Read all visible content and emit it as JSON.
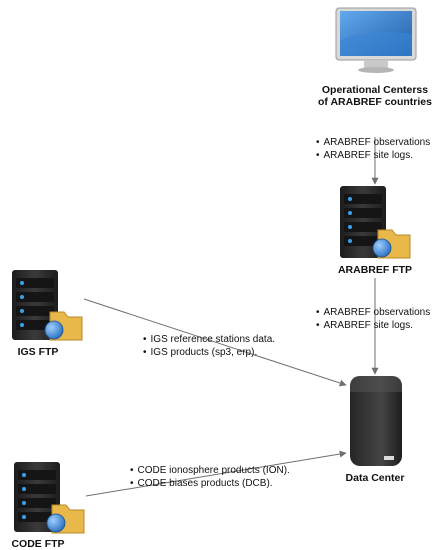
{
  "nodes": {
    "operational": {
      "label_line1": "Operational Centerss",
      "label_line2": "of ARABREF countries"
    },
    "arabref_ftp": {
      "label": "ARABREF FTP"
    },
    "igs_ftp": {
      "label": "IGS FTP"
    },
    "data_center": {
      "label": "Data Center"
    },
    "code_ftp": {
      "label": "CODE FTP"
    }
  },
  "edges": {
    "ops_to_arabref": [
      "ARABREF observations",
      "ARABREF site logs."
    ],
    "arabref_to_dc": [
      "ARABREF observations",
      "ARABREF site logs."
    ],
    "igs_to_dc": [
      "IGS reference stations data.",
      "IGS products (sp3, erp)."
    ],
    "code_to_dc": [
      "CODE ionosphere products (ION).",
      "CODE biases products (DCB)."
    ]
  },
  "colors": {
    "server_body": "#2b2b2b",
    "led": "#3aa0e8",
    "folder": "#e8b84a",
    "globe": "#3b8ed8",
    "monitor_screen": "#2f78c8",
    "arrow": "#6f6f6f"
  }
}
